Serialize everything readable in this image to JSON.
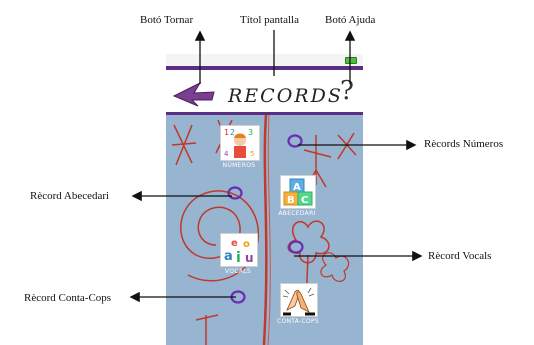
{
  "annotations": {
    "back_button": "Botó Tornar",
    "screen_title": "Títol pantalla",
    "help_button": "Botó Ajuda",
    "numbers_record": "Rècords Números",
    "alphabet_record": "Rècord Abecedari",
    "vowels_record": "Rècord Vocals",
    "counting_record": "Rècord Conta-Cops"
  },
  "app": {
    "title": "RECORDS",
    "help_symbol": "?",
    "tiles": {
      "numbers": "NÚMEROS",
      "alphabet": "ABECEDARI",
      "vowels": "VOCALS",
      "counting": "CONTA-COPS"
    },
    "alphabet_blocks": [
      "A",
      "B",
      "C"
    ],
    "vowels_letters": [
      "a",
      "e",
      "i",
      "o",
      "u"
    ]
  },
  "colors": {
    "accent_purple": "#5b2d83",
    "marker_purple": "#6a2fb0",
    "background_blue": "#8faecd",
    "crayon_red": "#c0392b",
    "back_arrow": "#7a3f8f"
  }
}
